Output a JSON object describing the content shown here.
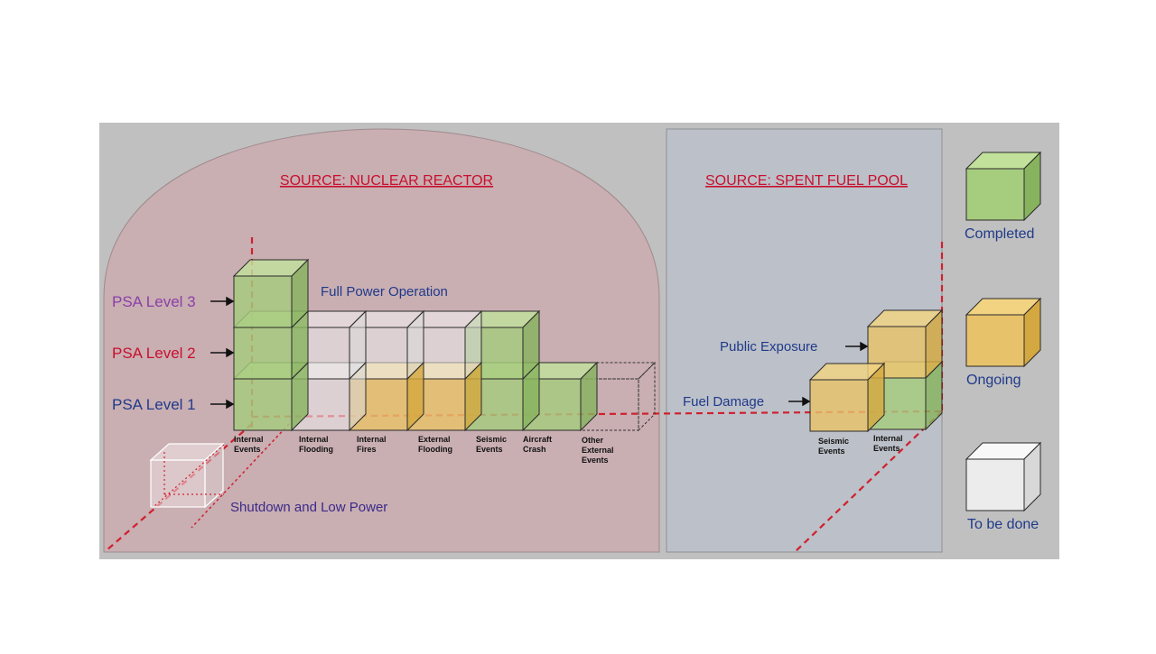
{
  "reactor": {
    "title": "SOURCE: NUCLEAR REACTOR",
    "operation_label": "Full Power Operation",
    "shutdown_label": "Shutdown and Low Power",
    "levels": [
      {
        "label": "PSA Level 3",
        "color": "#8b3fa8"
      },
      {
        "label": "PSA Level 2",
        "color": "#c8102e"
      },
      {
        "label": "PSA Level 1",
        "color": "#1f3a8a"
      }
    ],
    "categories": [
      [
        "Internal",
        "Events"
      ],
      [
        "Internal",
        "Flooding"
      ],
      [
        "Internal",
        "Fires"
      ],
      [
        "External",
        "Flooding"
      ],
      [
        "Seismic",
        "Events"
      ],
      [
        "Aircraft",
        "Crash"
      ],
      [
        "Other",
        "External",
        "Events"
      ]
    ],
    "status_grid": [
      [
        "completed",
        "completed",
        "completed"
      ],
      [
        "todo",
        "todo",
        "none"
      ],
      [
        "ongoing",
        "todo",
        "none"
      ],
      [
        "ongoing",
        "todo",
        "none"
      ],
      [
        "completed",
        "completed",
        "none"
      ],
      [
        "completed",
        "none",
        "none"
      ],
      [
        "dashed",
        "none",
        "none"
      ]
    ]
  },
  "pool": {
    "title": "SOURCE: SPENT FUEL POOL",
    "public_exposure_label": "Public Exposure",
    "fuel_damage_label": "Fuel Damage",
    "categories": [
      [
        "Seismic",
        "Events"
      ],
      [
        "Internal",
        "Events"
      ]
    ],
    "status_grid": [
      [
        "ongoing",
        "none"
      ],
      [
        "completed",
        "ongoing"
      ]
    ]
  },
  "legend": [
    {
      "key": "completed",
      "label": "Completed"
    },
    {
      "key": "ongoing",
      "label": "Ongoing"
    },
    {
      "key": "todo",
      "label": "To be done"
    }
  ],
  "colors": {
    "completed": {
      "front": "#a6cc7e",
      "top": "#c2e29c",
      "side": "#88b35e"
    },
    "ongoing": {
      "front": "#e8c26a",
      "top": "#f2d382",
      "side": "#d4a840"
    },
    "todo": {
      "front": "#ececec",
      "top": "#f8f8f8",
      "side": "#d8d8d8"
    },
    "reactor_bg": "#c9aeb2",
    "pool_bg": "#bcc0c8",
    "outer_bg": "#c0c0c0",
    "axis": "#d0202e"
  }
}
